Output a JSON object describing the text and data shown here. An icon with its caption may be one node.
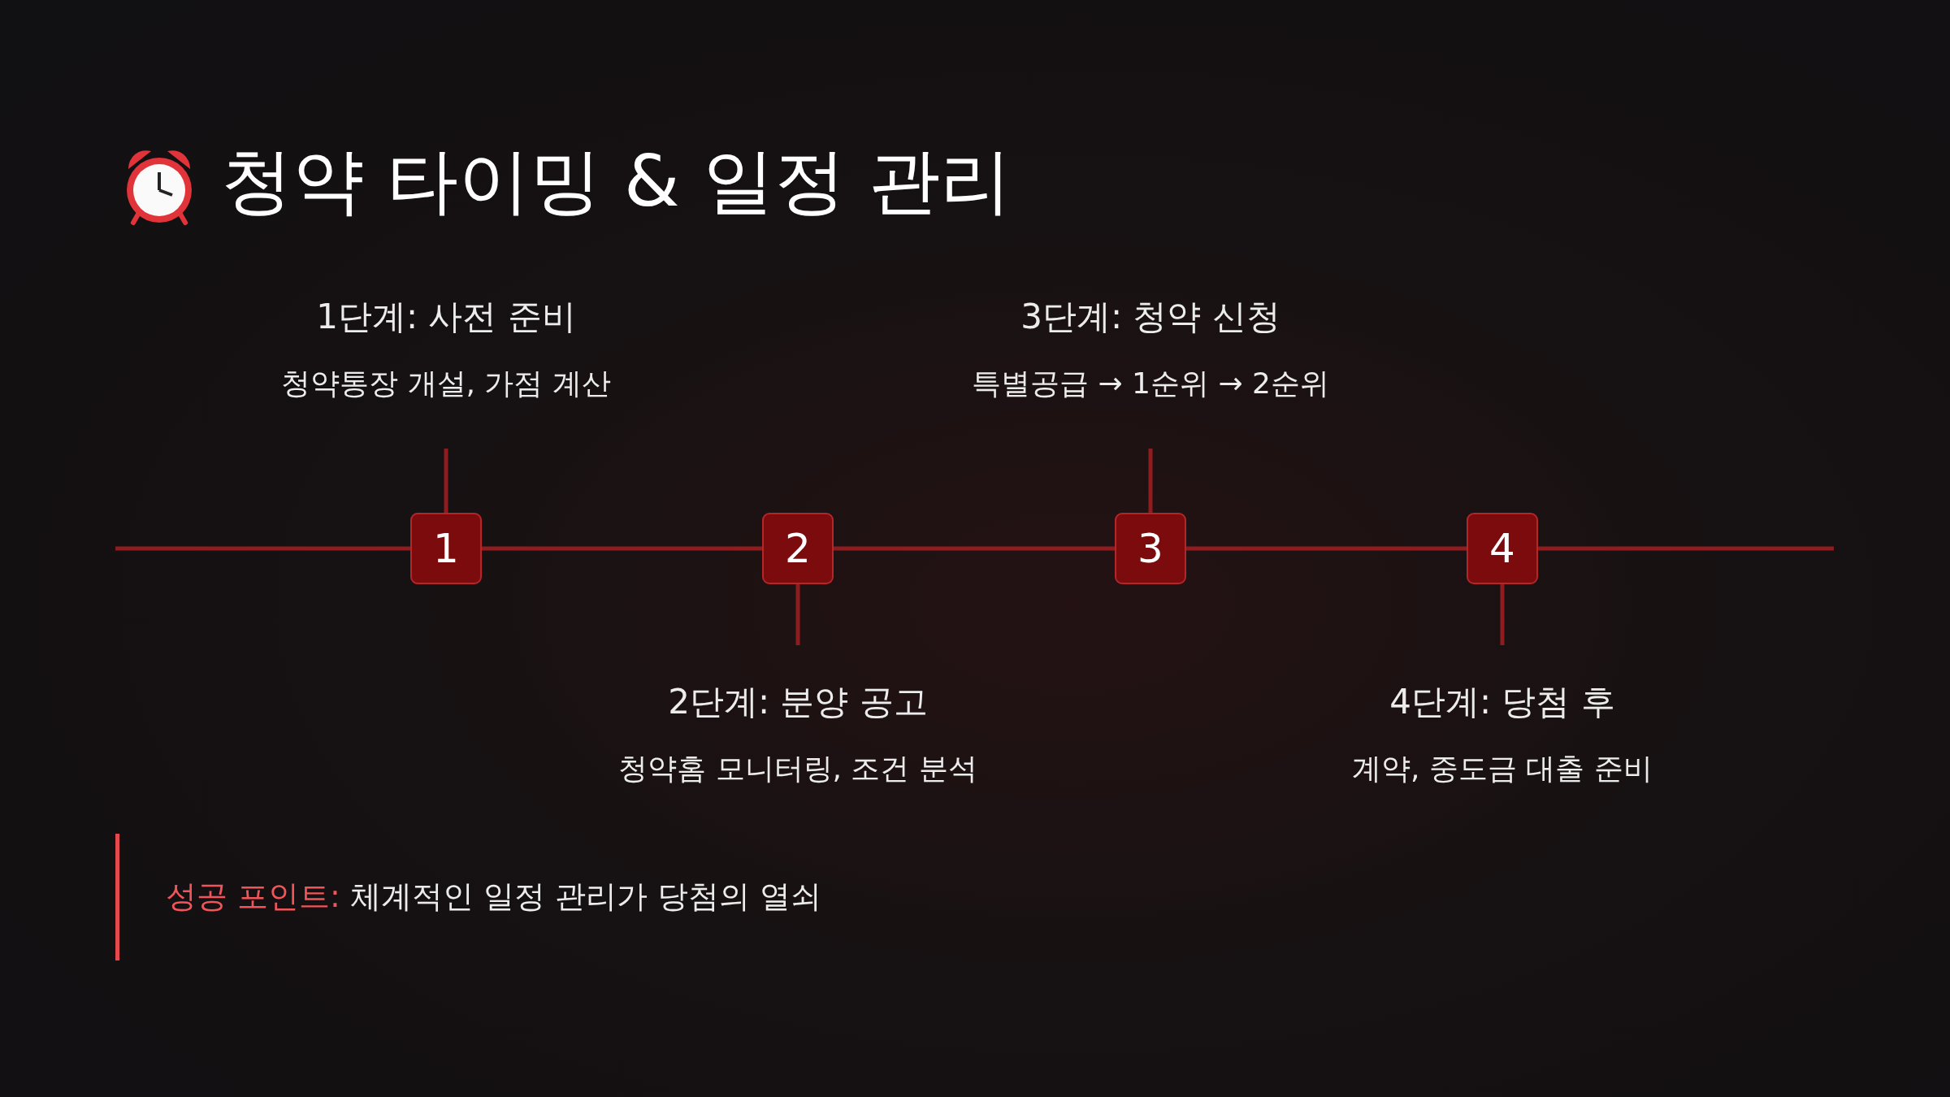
{
  "diagram": {
    "title": "청약 타이밍 & 일정 관리",
    "nodes": [
      {
        "text": [
          "1"
        ]
      },
      {
        "text": [
          "2"
        ]
      },
      {
        "text": [
          "3"
        ]
      },
      {
        "text": [
          "4"
        ]
      },
      {
        "text": [
          "1단계: 사전 준비",
          "청약통장 개설, 가점 계산"
        ]
      },
      {
        "text": [
          "2단계: 분양 공고",
          "청약홈 모니터링, 조건 분석"
        ]
      },
      {
        "text": [
          "3단계: 청약 신청",
          "특별공급 → 1순위 → 2순위"
        ]
      },
      {
        "text": [
          "4단계: 당첨 후",
          "계약, 중도금 대출 준비"
        ]
      }
    ],
    "edges": [
      {
        "from": null,
        "to": 0,
        "arrow": "none"
      },
      {
        "from": 0,
        "to": 1,
        "arrow": "none"
      },
      {
        "from": 1,
        "to": 2,
        "arrow": "none"
      },
      {
        "from": 2,
        "to": 3,
        "arrow": "none"
      },
      {
        "from": 3,
        "to": null,
        "arrow": "none"
      },
      {
        "from": 4,
        "to": 0,
        "arrow": "none"
      },
      {
        "from": 5,
        "to": 1,
        "arrow": "none"
      },
      {
        "from": 6,
        "to": 2,
        "arrow": "none"
      },
      {
        "from": 7,
        "to": 3,
        "arrow": "none"
      }
    ],
    "labels": [
      "성공 포인트:",
      "체계적인 일정 관리가 당첨의 열쇠"
    ]
  }
}
